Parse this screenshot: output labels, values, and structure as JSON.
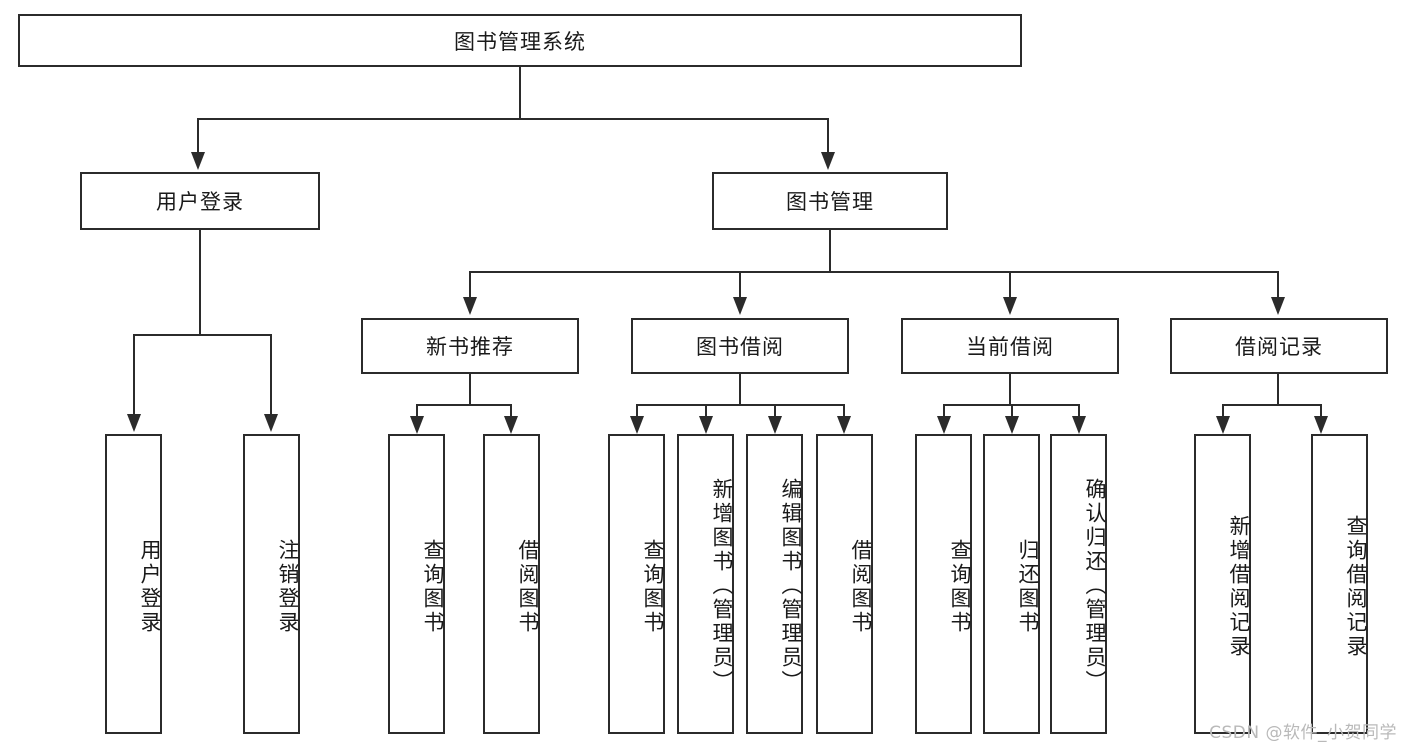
{
  "diagram": {
    "title": "图书管理系统",
    "type": "tree-hierarchy-diagram",
    "colors": {
      "box_border": "#2b2b2b",
      "box_fill": "#ffffff",
      "line": "#2b2b2b",
      "text": "#1a1a1a",
      "watermark": "#b9b9b9",
      "background": "#ffffff"
    },
    "root": {
      "label": "图书管理系统"
    },
    "level2": [
      {
        "label": "用户登录"
      },
      {
        "label": "图书管理"
      }
    ],
    "level3": [
      {
        "label": "新书推荐"
      },
      {
        "label": "图书借阅"
      },
      {
        "label": "当前借阅"
      },
      {
        "label": "借阅记录"
      }
    ],
    "leaves": {
      "user_login": [
        {
          "label": "用户登录"
        },
        {
          "label": "注销登录"
        }
      ],
      "new_book_recommend": [
        {
          "label": "查询图书"
        },
        {
          "label": "借阅图书"
        }
      ],
      "book_borrow": [
        {
          "label": "查询图书"
        },
        {
          "label": "新增图书（管理员）"
        },
        {
          "label": "编辑图书（管理员）"
        },
        {
          "label": "借阅图书"
        }
      ],
      "current_borrow": [
        {
          "label": "查询图书"
        },
        {
          "label": "归还图书"
        },
        {
          "label": "确认归还（管理员）"
        }
      ],
      "borrow_records": [
        {
          "label": "新增借阅记录"
        },
        {
          "label": "查询借阅记录"
        }
      ]
    }
  },
  "watermark": {
    "text": "CSDN @软件_小贺同学"
  }
}
